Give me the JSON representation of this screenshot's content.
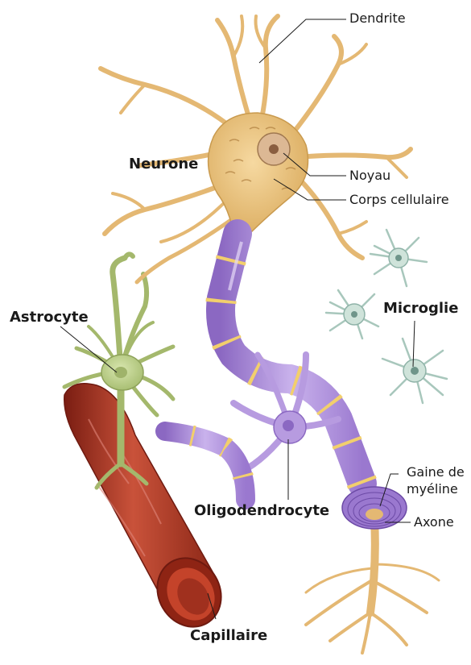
{
  "labels": {
    "dendrite": "Dendrite",
    "neurone": "Neurone",
    "noyau": "Noyau",
    "corps_cellulaire": "Corps cellulaire",
    "astrocyte": "Astrocyte",
    "microglie": "Microglie",
    "gaine_line1": "Gaine de",
    "gaine_line2": "myéline",
    "axone": "Axone",
    "oligodendrocyte": "Oligodendrocyte",
    "capillaire": "Capillaire"
  },
  "colors": {
    "neuron": "#e9c07a",
    "neuron_dark": "#c99a4e",
    "myelin": "#b79be0",
    "myelin_dark": "#8b68c2",
    "node": "#f2cf6c",
    "astrocyte": "#bcd08c",
    "astrocyte_dark": "#8ea25a",
    "microglia": "#cfe3da",
    "microglia_dark": "#8fb3a8",
    "capillary": "#b23a28",
    "capillary_dark": "#7a1d12"
  }
}
